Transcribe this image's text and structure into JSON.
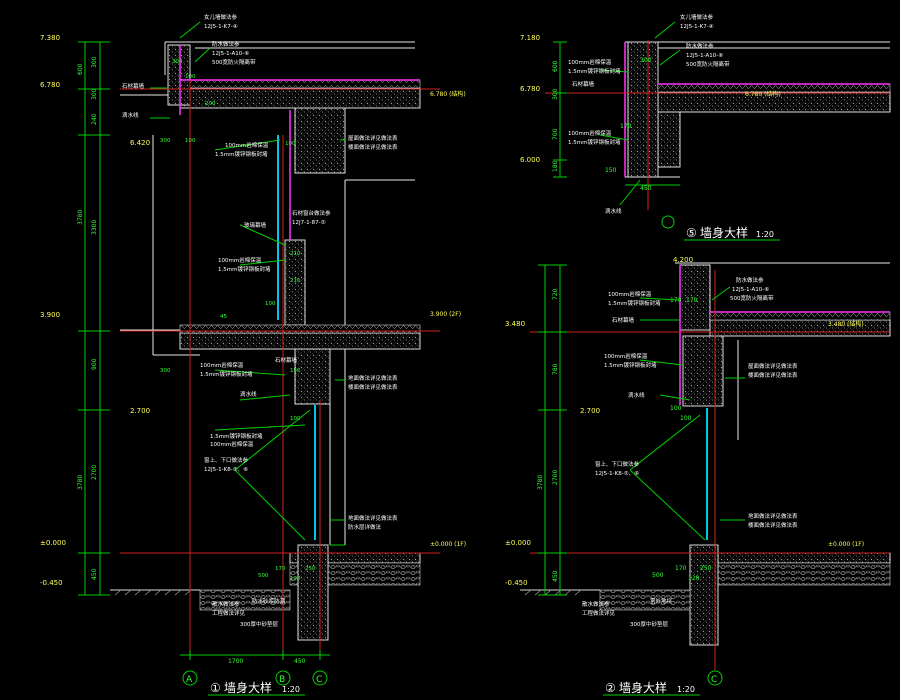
{
  "drawing_1": {
    "title_num": "①",
    "title_text": "墙身大样",
    "scale": "1:20",
    "elevations": [
      "7.380",
      "6.780",
      "6.420",
      "3.900",
      "2.700",
      "±0.000",
      "-0.450"
    ],
    "right_elevations": [
      "6.780 (结构)",
      "3.900 (2F)",
      "±0.000 (1F)"
    ],
    "dims_left": [
      "600",
      "300",
      "300",
      "240",
      "3780",
      "3300",
      "900",
      "2700",
      "3780",
      "450"
    ],
    "dims_bottom": [
      "1700",
      "450"
    ],
    "dims_inner": [
      "300",
      "100",
      "200",
      "300",
      "100",
      "45",
      "300",
      "150",
      "100",
      "500",
      "170",
      "250",
      "120",
      "100",
      "210",
      "210",
      "100"
    ],
    "grid_labels": [
      "A",
      "B",
      "C"
    ],
    "notes": [
      "女儿墙做法参",
      "12J5-1-K7-④",
      "防水做法参",
      "12J5-1-A10-⑥",
      "500宽防火隔离带",
      "石材幕墙",
      "滴水线",
      "100mm岩棉保温",
      "1.5mm镀锌钢板封堵",
      "石材窗台做法参",
      "12J7-1-87-⑤",
      "玻璃幕墙",
      "屋面做法详见做法表",
      "楼面做法详见做法表",
      "窗上、下口做法参",
      "12J5-1-K8-⑤、⑥",
      "散水做法参",
      "防水层详做法",
      "地面做法详见做法表",
      "室外地坪",
      "工程做法详见",
      "300厚中砂垫层",
      "防水砂浆防潮"
    ]
  },
  "drawing_5": {
    "title_num": "⑤",
    "title_text": "墙身大样",
    "scale": "1:20",
    "elevations": [
      "7.180",
      "6.780",
      "6.000"
    ],
    "right_elevations": [
      "6.780 (结构)"
    ],
    "dims_left": [
      "600",
      "300",
      "700",
      "180"
    ],
    "dims_bottom": [
      "450"
    ],
    "dims_inner": [
      "300",
      "170",
      "150"
    ],
    "notes": [
      "女儿墙做法参",
      "12J5-1-K7-④",
      "防水做法参",
      "12J5-1-A10-⑥",
      "500宽防火隔离带",
      "100mm岩棉保温",
      "1.5mm镀锌钢板封堵",
      "石材幕墙",
      "100mm岩棉保温",
      "1.5mm镀锌钢板封堵",
      "滴水线"
    ]
  },
  "drawing_2": {
    "title_num": "②",
    "title_text": "墙身大样",
    "scale": "1:20",
    "elevations": [
      "4.200",
      "3.480",
      "2.700",
      "±0.000",
      "-0.450"
    ],
    "right_elevations": [
      "3.480 (结构)",
      "±0.000 (1F)"
    ],
    "dims_left": [
      "720",
      "780",
      "2700",
      "3780",
      "450"
    ],
    "dims_bottom": [
      "500"
    ],
    "dims_inner": [
      "170",
      "100",
      "100",
      "170",
      "170",
      "250",
      "120"
    ],
    "grid_labels": [
      "C"
    ],
    "notes": [
      "防水做法参",
      "12J5-1-A10-⑥",
      "500宽防火隔离带",
      "100mm岩棉保温",
      "1.5mm镀锌钢板封堵",
      "石材幕墙",
      "屋面做法详见做法表",
      "100mm岩棉保温",
      "1.5mm镀锌钢板封堵",
      "滴水线",
      "楼面做法详见做法表",
      "窗上、下口做法参",
      "12J5-1-K8-⑤、⑥",
      "地面做法详见做法表",
      "室外地坪",
      "散水做法参",
      "工程做法详见",
      "300厚中砂垫层"
    ]
  },
  "colors": {
    "background": "#000000",
    "dimension_lines": "#00d000",
    "outline": "#e8e8e8",
    "axis": "#d02020",
    "glass": "#00c8e8",
    "insulation": "#ff33ff",
    "text": "#ffffff",
    "elevation_text": "#ffff55"
  }
}
